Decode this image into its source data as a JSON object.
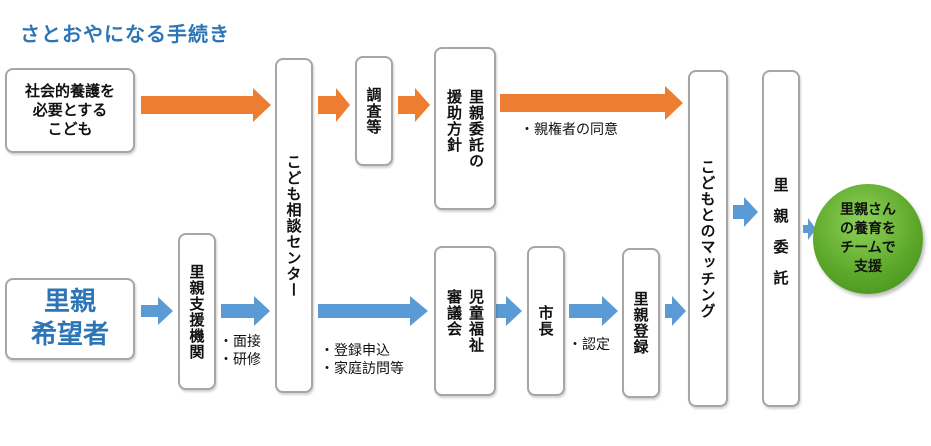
{
  "title": "さとおやになる手続き",
  "colors": {
    "title": "#2e75b6",
    "orange_arrow": "#ed7d31",
    "blue_arrow": "#5b9bd5",
    "green_circle": "#5ea92b",
    "box_border": "#a6a6a6"
  },
  "boxes": {
    "child": "社会的養護を\n必要とする\nこども",
    "applicant": "里親\n希望者",
    "support_agency": "里親支援機関",
    "center": "こども相談センター",
    "survey": "調査等",
    "policy": "里親委託の\n援助方針",
    "council": "児童福祉\n審議会",
    "mayor": "市長",
    "registration": "里親登録",
    "matching": "こどもとのマッチング",
    "placement": "里親委託"
  },
  "notes": {
    "parental_consent": "・親権者の同意",
    "interview": "・面接\n・研修",
    "application": "・登録申込\n・家庭訪問等",
    "approval": "・認定"
  },
  "goal": "里親さん\nの養育を\nチームで\n支援"
}
